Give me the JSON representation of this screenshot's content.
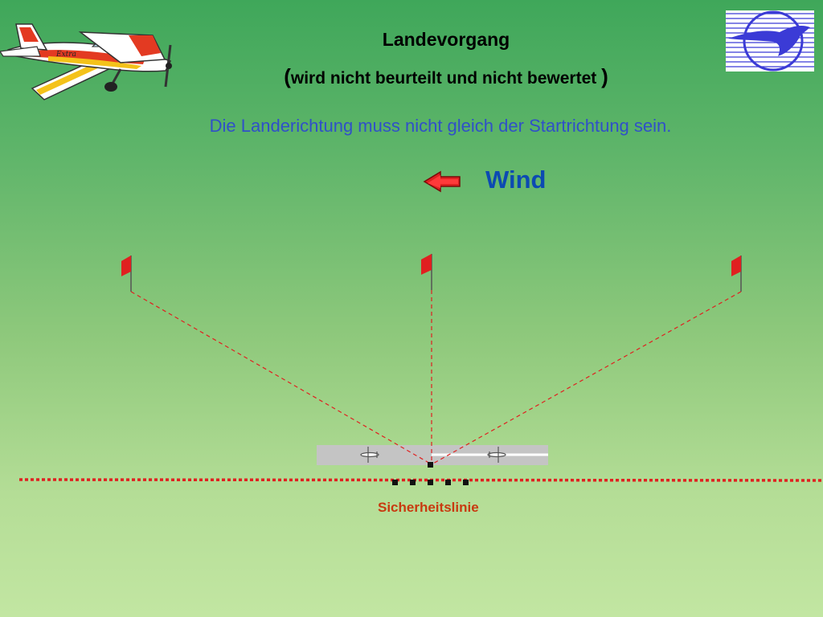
{
  "header": {
    "title": "Landevorgang",
    "subtitle_open": "(",
    "subtitle_text": "wird nicht beurteilt und nicht bewertet",
    "subtitle_close": ")"
  },
  "note": "Die Landerichtung muss nicht gleich der Startrichtung sein.",
  "wind": {
    "label": "Wind"
  },
  "safety_line": {
    "label": "Sicherheitslinie"
  },
  "icons": [
    "aerobatic-plane-icon",
    "club-logo-icon",
    "wind-arrow-icon",
    "flag-icon",
    "small-plane-icon"
  ],
  "colors": {
    "flag": "#e02020",
    "dashed_lines": "#e02020",
    "safety_line": "#e02020",
    "runway": "#c4c4c4",
    "logo_blue": "#3b3bd6"
  }
}
